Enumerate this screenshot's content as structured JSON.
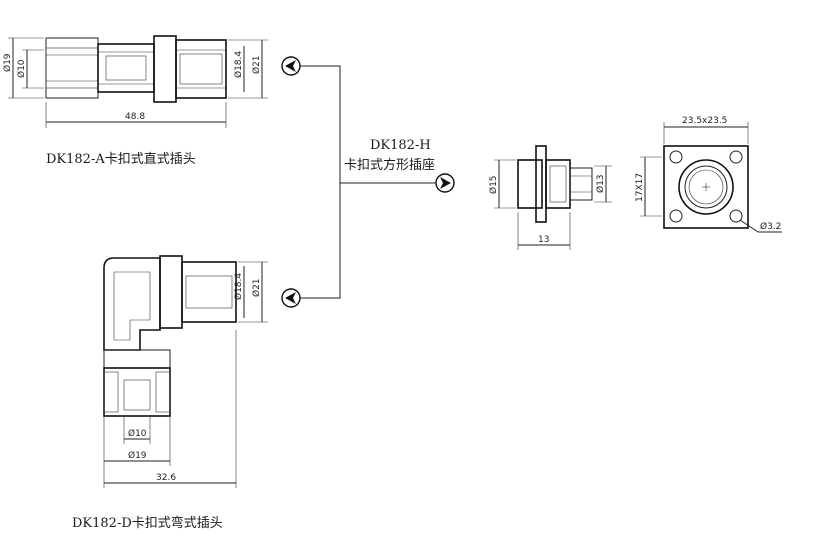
{
  "labels": {
    "plug_straight": "DK182-A卡扣式直式插头",
    "plug_bent": "DK182-D卡扣式弯式插头",
    "socket_code": "DK182-H",
    "socket_name": "卡扣式方形插座"
  },
  "dimensions": {
    "straight": {
      "d19": "Ø19",
      "d10": "Ø10",
      "d18_4": "Ø18.4",
      "d21": "Ø21",
      "len": "48.8"
    },
    "bent": {
      "d18_4": "Ø18.4",
      "d21": "Ø21",
      "d10": "Ø10",
      "d19": "Ø19",
      "len": "32.6"
    },
    "socket_side": {
      "d15": "Ø15",
      "d13": "Ø13",
      "len": "13"
    },
    "socket_front": {
      "square": "23.5x23.5",
      "hole_spacing": "17X17",
      "hole": "Ø3.2"
    }
  },
  "icons": [
    "arrow-left-icon",
    "arrow-right-icon"
  ]
}
